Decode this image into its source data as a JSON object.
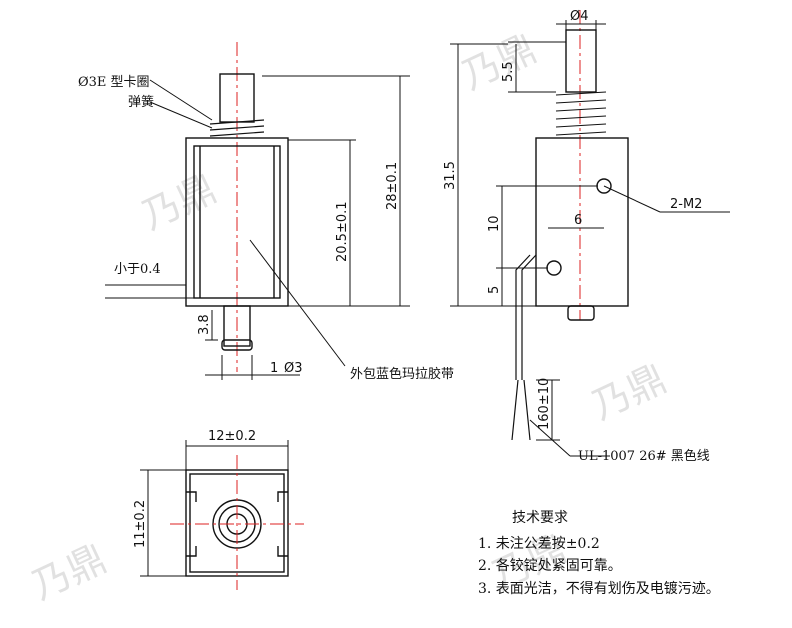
{
  "labels": {
    "snap_ring": "Ø3E 型卡圈",
    "spring": "弹簧",
    "height_total": "28±0.1",
    "height_body": "20.5±0.1",
    "less_than": "小于0.4",
    "plunger_stub": "3.8",
    "stub_gap": "1",
    "stub_dia": "Ø3",
    "tape": "外包蓝色玛拉胶带",
    "overall": "31.5",
    "shaft_dia": "Ø4",
    "shaft_len": "5.5",
    "hole_y1": "10",
    "hole_y2": "5",
    "hole_x": "6",
    "thread": "2-M2",
    "lead_len": "160±10",
    "wire": "UL-1007 26# 黑色线",
    "width": "12±0.2",
    "depth": "11±0.2"
  },
  "requirements": {
    "title": "技术要求",
    "items": [
      "1. 未注公差按±0.2",
      "2. 各铰锭处紧固可靠。",
      "3. 表面光洁，不得有划伤及电镀污迹。"
    ]
  },
  "watermark": "乃鼎"
}
